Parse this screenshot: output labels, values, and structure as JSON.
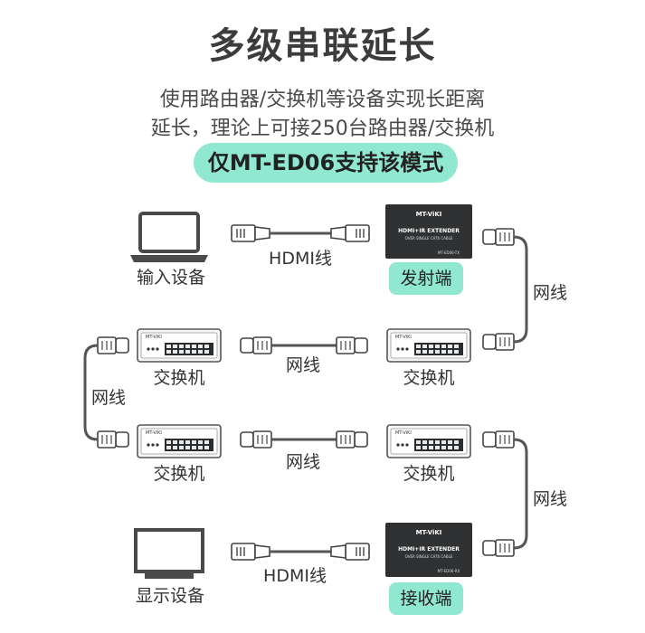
{
  "title": "多级串联延长",
  "subtitle_line1": "使用路由器/交换机等设备实现长距离",
  "subtitle_line2": "延长，理论上可接250台路由器/交换机",
  "highlight": "仅MT-ED06支持该模式",
  "labels": {
    "input_device": "输入设备",
    "display_device": "显示设备",
    "hdmi_cable_top": "HDMI线",
    "hdmi_cable_bottom": "HDMI线",
    "transmitter": "发射端",
    "receiver": "接收端",
    "switch_top_left": "交换机",
    "switch_top_right": "交换机",
    "switch_bottom_left": "交换机",
    "switch_bottom_right": "交换机",
    "net_cable_right_top": "网线",
    "net_cable_middle_top": "网线",
    "net_cable_left": "网线",
    "net_cable_middle_bottom": "网线",
    "net_cable_right_bottom": "网线"
  },
  "device_text": {
    "brand": "MT-ViKI",
    "product": "HDMI+IR EXTENDER",
    "product_sub": "OVER SINGLE CAT6 CABLE",
    "tx_model": "MT-ED06-TX",
    "rx_model": "MT-ED06-RX",
    "switch_brand": "MT-ViKI"
  },
  "colors": {
    "accent": "#8fe8cf",
    "device_dark": "#2f3133",
    "line": "#555555"
  },
  "icons": [
    "laptop-icon",
    "monitor-icon",
    "hdmi-plug-icon",
    "rj45-plug-icon",
    "network-switch-icon",
    "extender-box-icon"
  ]
}
